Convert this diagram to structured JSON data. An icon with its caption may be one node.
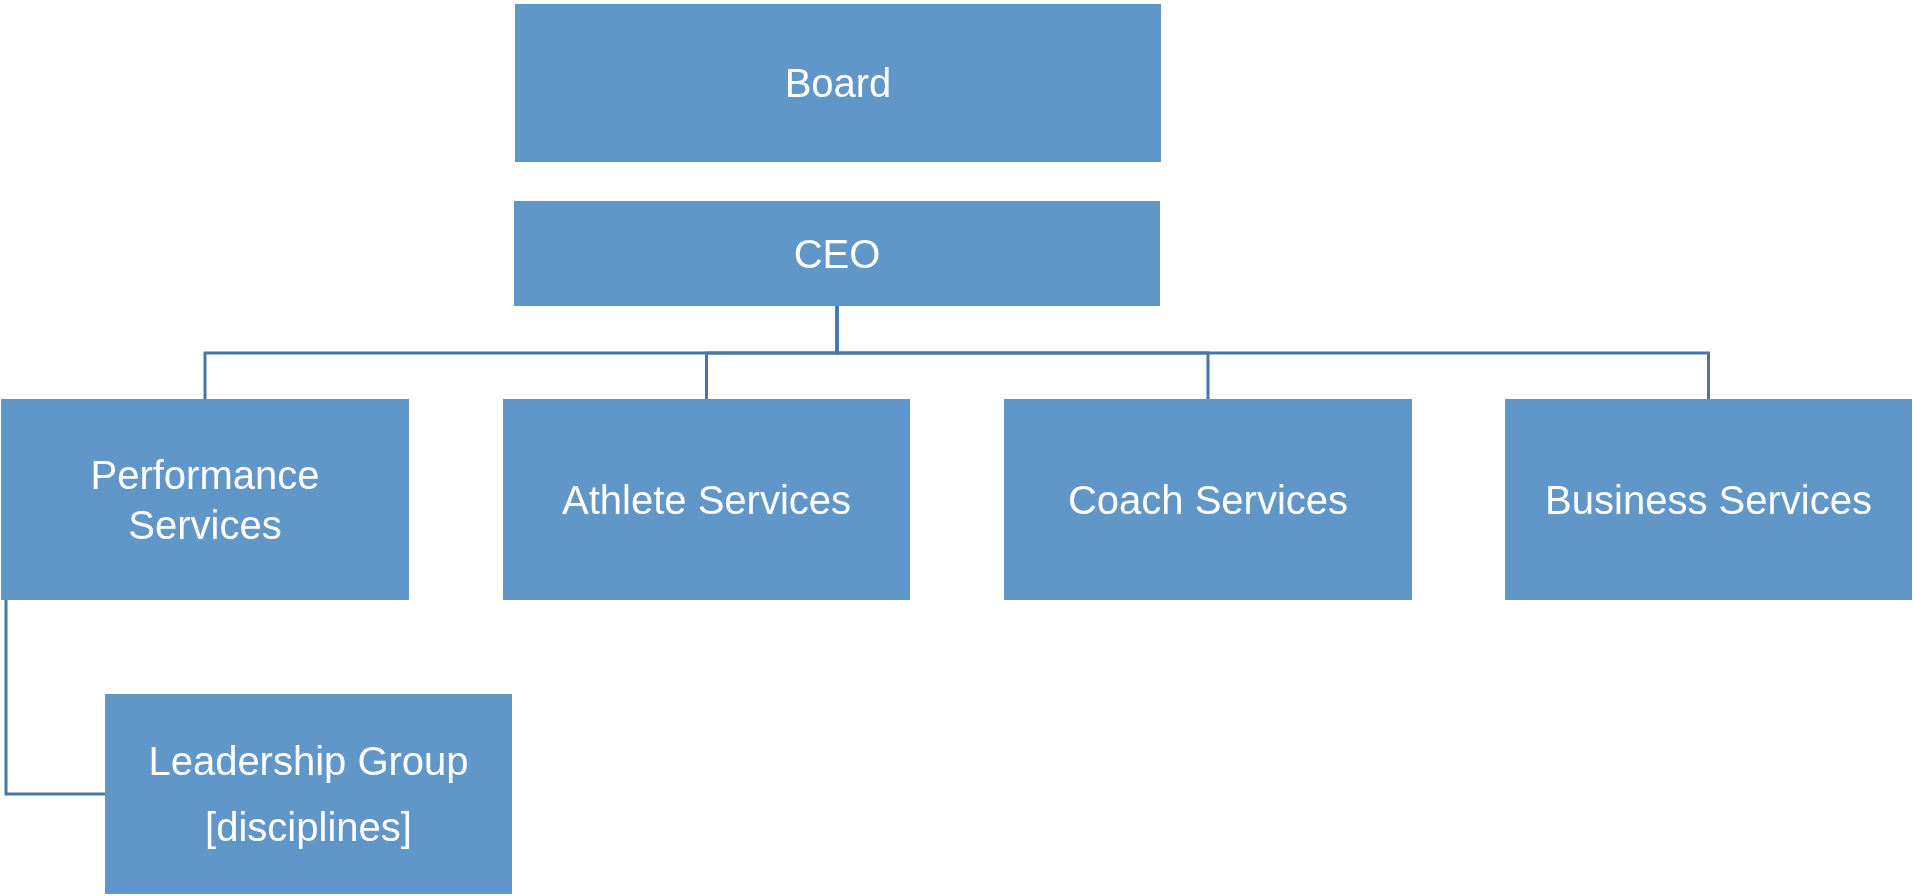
{
  "diagram": {
    "nodes": [
      {
        "text": [
          "Board"
        ]
      },
      {
        "text": [
          "CEO"
        ]
      },
      {
        "text": [
          "Performance Services"
        ]
      },
      {
        "text": [
          "Athlete Services"
        ]
      },
      {
        "text": [
          "Coach Services"
        ]
      },
      {
        "text": [
          "Business Services"
        ]
      },
      {
        "text": [
          "Leadership Group",
          "[disciplines]"
        ]
      }
    ],
    "edges": [
      {
        "from": 1,
        "to": 2,
        "arrow": "none"
      },
      {
        "from": 1,
        "to": 3,
        "arrow": "none"
      },
      {
        "from": 1,
        "to": 4,
        "arrow": "none"
      },
      {
        "from": 1,
        "to": 5,
        "arrow": "none"
      },
      {
        "from": 2,
        "to": 6,
        "arrow": "none"
      }
    ]
  }
}
